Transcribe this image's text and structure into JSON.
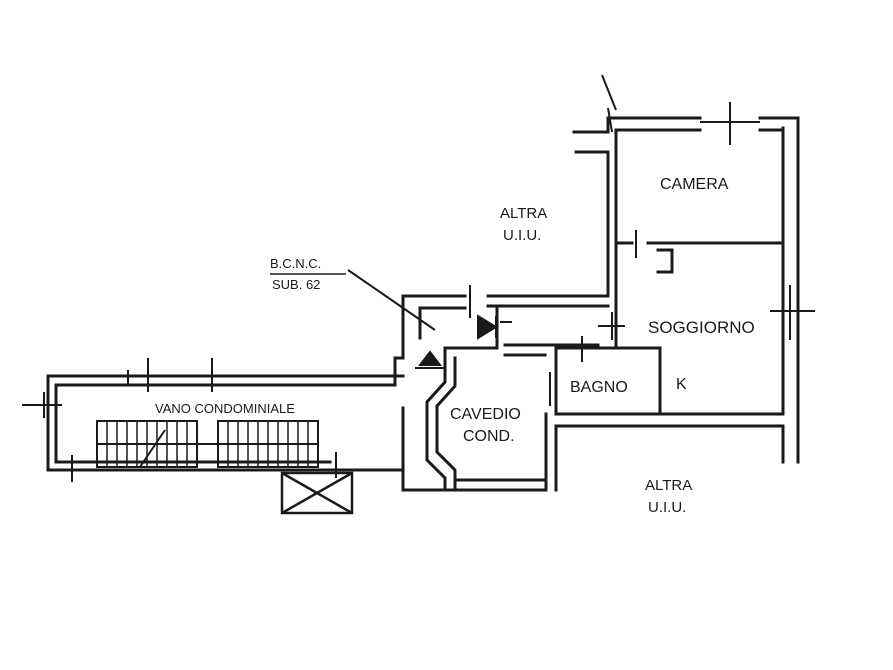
{
  "labels": {
    "altra_top": [
      "ALTRA",
      "U.I.U."
    ],
    "altra_bottom": [
      "ALTRA",
      "U.I.U."
    ],
    "bcnc": [
      "B.C.N.C.",
      "SUB. 62"
    ],
    "camera": "CAMERA",
    "soggiorno": "SOGGIORNO",
    "bagno": "BAGNO",
    "kitchen": "K",
    "cavedio": [
      "CAVEDIO",
      "COND."
    ],
    "vano": "VANO CONDOMINIALE"
  },
  "colors": {
    "wall": "#1a1a1a",
    "background": "#ffffff"
  }
}
